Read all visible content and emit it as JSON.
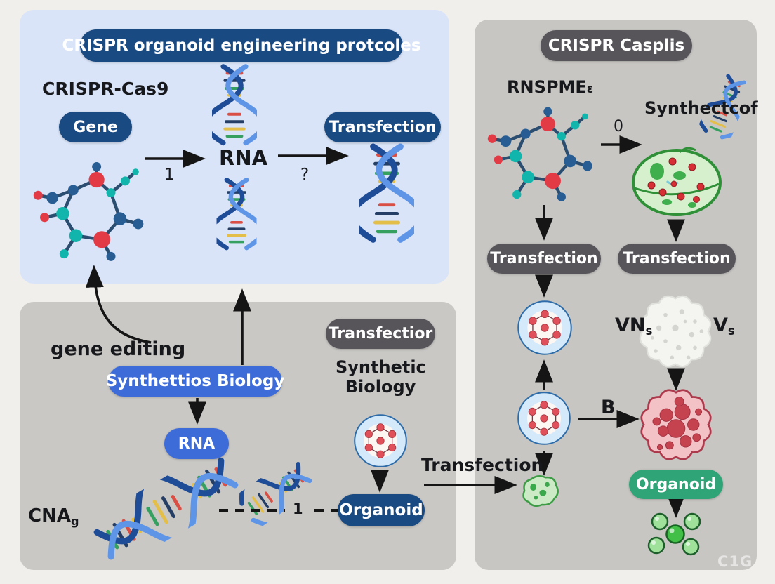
{
  "colors": {
    "page_background": "#f1efec",
    "blue_panel": "#d9e4f8",
    "gray_panel": "#c9c8c5",
    "navy_pill": "#1a4a82",
    "blue_pill": "#3d6cd8",
    "dark_gray_pill": "#57555a",
    "green_pill": "#2fa477",
    "arrow_black": "#151515"
  },
  "left_top_panel": {
    "title": "CRISPR organoid engineering protcoles",
    "cas9_label": "CRISPR-Cas9",
    "gene_pill": "Gene",
    "step_label_1": "1",
    "rna_label": "RNA",
    "step_label_2": "?",
    "transfection_pill": "Transfection"
  },
  "left_bottom_panel": {
    "gene_editing_label": "gene editing",
    "synthetics_pill": "Synthettios Biology",
    "rna_pill": "RNA",
    "cna_label": "CNA",
    "cna_subscript": "g",
    "dashed_step_label": "1",
    "transfection_pill": "Transfectior",
    "synthetic_biology_line1": "Synthetic",
    "synthetic_biology_line2": "Biology",
    "organoid_pill": "Organoid"
  },
  "bridge": {
    "transfection_label": "Transfection"
  },
  "right_panel": {
    "title": "CRISPR Casplis",
    "rnp_label": "RNSPME",
    "rnp_suffix": "ε",
    "step_label_0": "0",
    "synthect_label": "Synthectcof",
    "transfection_pill_left": "Transfection",
    "transfection_pill_right": "Transfection",
    "vn_label": "VN",
    "vn_subscript": "s",
    "v_label": "V",
    "v_subscript": "s",
    "b_label": "B",
    "organoid_pill": "Organoid"
  },
  "watermark": "C1G"
}
